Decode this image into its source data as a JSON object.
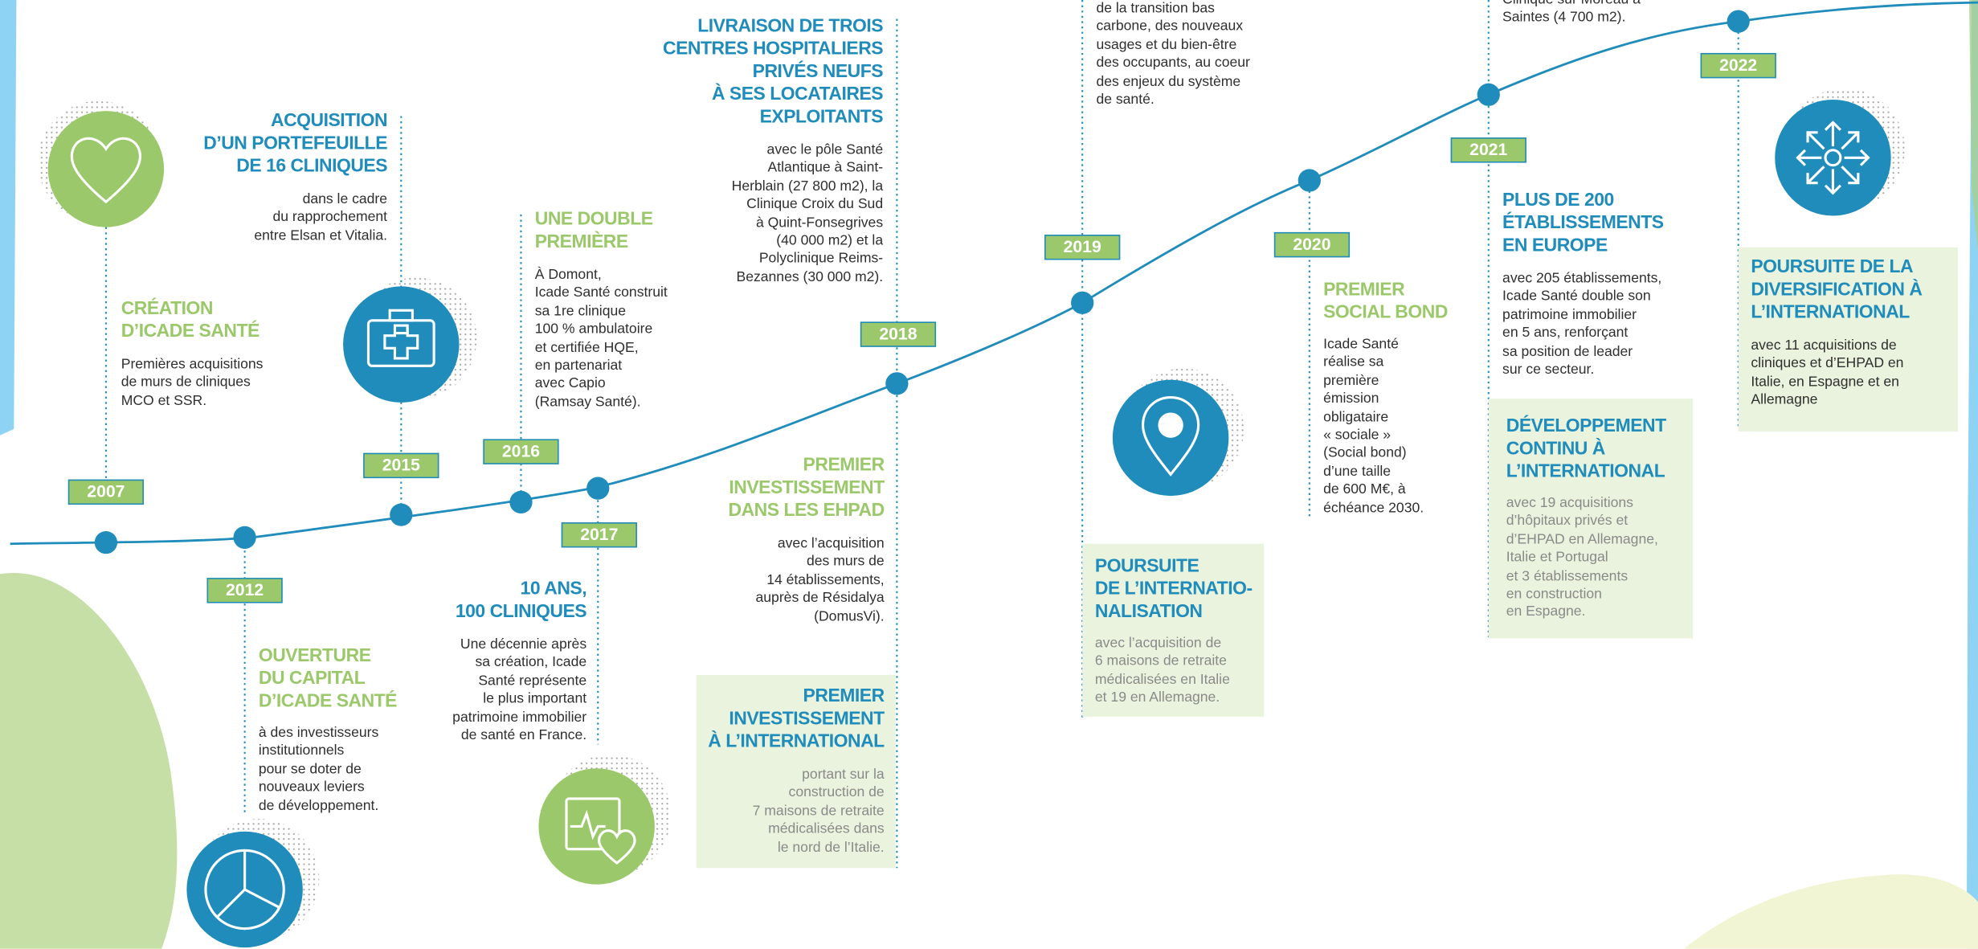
{
  "colors": {
    "blue": "#1f8cbb",
    "green": "#9bc86a",
    "pale_green": "#e9f3de",
    "sky": "#8fd3f4"
  },
  "years": [
    "2007",
    "2012",
    "2015",
    "2016",
    "2017",
    "2018",
    "2019",
    "2020",
    "2021",
    "2022"
  ],
  "events": {
    "e2007": {
      "title": [
        "CRÉATION",
        "D’ICADE SANTÉ"
      ],
      "text": [
        "Premières acquisitions",
        "de murs de cliniques",
        "MCO et SSR."
      ]
    },
    "e2012": {
      "title": [
        "OUVERTURE",
        "DU CAPITAL",
        "D’ICADE SANTÉ"
      ],
      "text": [
        "à des investisseurs",
        "institutionnels",
        "pour se doter de",
        "nouveaux leviers",
        "de développement."
      ]
    },
    "e2015": {
      "title": [
        "ACQUISITION",
        "D’UN PORTEFEUILLE",
        "DE 16 CLINIQUES"
      ],
      "text": [
        "dans le cadre",
        "du rapprochement",
        "entre Elsan et Vitalia."
      ]
    },
    "e2016": {
      "title": [
        "UNE DOUBLE",
        "PREMIÈRE"
      ],
      "text": [
        "À Domont,",
        "Icade Santé construit",
        "sa 1re clinique",
        "100 % ambulatoire",
        "et certifiée HQE,",
        "en partenariat",
        "avec Capio",
        "(Ramsay Santé)."
      ]
    },
    "e2017": {
      "title": [
        "10 ANS,",
        "100 CLINIQUES"
      ],
      "text": [
        "Une décennie après",
        "sa création, Icade",
        "Santé représente",
        "le plus important",
        "patrimoine immobilier",
        "de santé en France."
      ]
    },
    "e2018_top": {
      "title": [
        "LIVRAISON DE TROIS",
        "CENTRES HOSPITALIERS",
        "PRIVÉS NEUFS",
        "À SES LOCATAIRES",
        "EXPLOITANTS"
      ],
      "text": [
        "avec le pôle Santé",
        "Atlantique à Saint-",
        "Herblain (27 800 m2), la",
        "Clinique Croix du Sud",
        "à Quint-Fonsegrives",
        "(40 000 m2) et la",
        "Polyclinique Reims-",
        "Bezannes (30 000 m2)."
      ]
    },
    "e2018_ehpad": {
      "title": [
        "PREMIER",
        "INVESTISSEMENT",
        "DANS LES EHPAD"
      ],
      "text": [
        "avec l’acquisition",
        "des murs de",
        "14 établissements,",
        "auprès de Résidalya",
        "(DomusVi)."
      ]
    },
    "e2018_intl": {
      "title": [
        "PREMIER",
        "INVESTISSEMENT",
        "À L’INTERNATIONAL"
      ],
      "text": [
        "portant sur la",
        "construction de",
        "7 maisons de retraite",
        "médicalisées dans",
        "le nord de l’Italie."
      ]
    },
    "e2019_top": {
      "text": [
        "de la transition bas",
        "carbone, des nouveaux",
        "usages et du bien-être",
        "des occupants, au coeur",
        "des enjeux du système",
        "de santé."
      ]
    },
    "e2019_intl": {
      "title": [
        "POURSUITE",
        "DE L’INTERNATIO-",
        "NALISATION"
      ],
      "text": [
        "avec l’acquisition de",
        "6 maisons de retraite",
        "médicalisées en Italie",
        "et 19 en Allemagne."
      ]
    },
    "e2020": {
      "title": [
        "PREMIER",
        "SOCIAL BOND"
      ],
      "text": [
        "Icade Santé",
        "réalise sa",
        "première",
        "émission",
        "obligataire",
        "« sociale »",
        "(Social bond)",
        "d’une taille",
        "de 600 M€, à",
        "échéance 2030."
      ]
    },
    "e2021_top": {
      "text": [
        "Clinique sur Moreau à",
        "Saintes (4 700 m2)."
      ]
    },
    "e2021": {
      "title": [
        "PLUS DE 200",
        "ÉTABLISSEMENTS",
        "EN EUROPE"
      ],
      "text": [
        "avec 205 établissements,",
        "Icade Santé double son",
        "patrimoine immobilier",
        "en 5 ans, renforçant",
        "sa position de leader",
        "sur ce secteur."
      ]
    },
    "e2021_dev": {
      "title": [
        "DÉVELOPPEMENT",
        "CONTINU À",
        "L’INTERNATIONAL"
      ],
      "text": [
        "avec 19 acquisitions",
        "d’hôpitaux privés et",
        "d’EHPAD en Allemagne,",
        "Italie et Portugal",
        "et 3 établissements",
        "en construction",
        "en Espagne."
      ]
    },
    "e2022": {
      "title": [
        "POURSUITE DE LA",
        "DIVERSIFICATION À",
        "L’INTERNATIONAL"
      ],
      "text": [
        "avec 11 acquisitions de",
        "cliniques et d’EHPAD en",
        "Italie, en Espagne et en",
        "Allemagne"
      ]
    }
  },
  "icons": [
    "heart-icon",
    "medical-kit-icon",
    "pie-chart-icon",
    "heart-monitor-icon",
    "location-pin-icon",
    "expand-arrows-icon"
  ]
}
